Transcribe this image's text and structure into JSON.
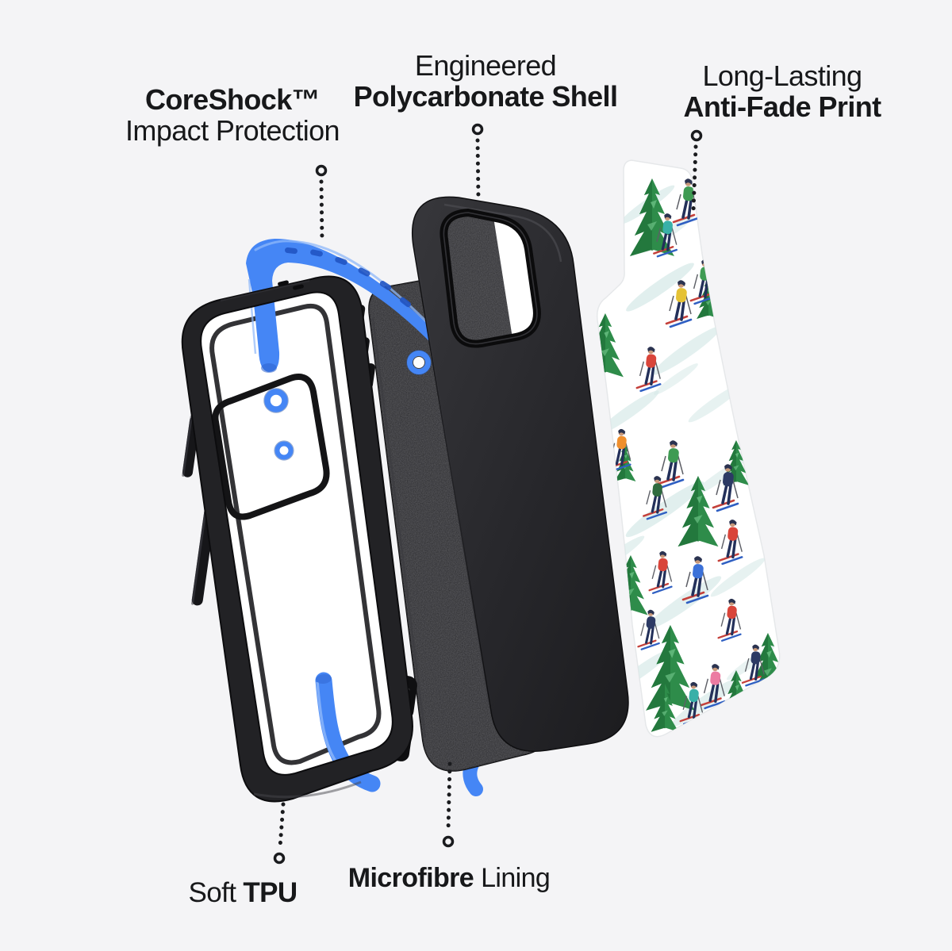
{
  "page": {
    "background_color": "#f4f4f6",
    "text_color": "#17181a",
    "kind": "exploded phone case product diagram"
  },
  "callouts": {
    "coreshock": {
      "line1": "CoreShock™",
      "line2": "Impact Protection"
    },
    "shell": {
      "line1": "Engineered",
      "line2": "Polycarbonate Shell"
    },
    "print": {
      "line1": "Long-Lasting",
      "line2": "Anti-Fade Print"
    },
    "tpu": {
      "regular": "Soft",
      "bold": "TPU"
    },
    "lining": {
      "bold": "Microfibre",
      "regular": "Lining"
    }
  },
  "colors": {
    "accent_blue": "#4586f5",
    "accent_blue_dark": "#2155c4",
    "accent_blue_light": "#8fb8fa",
    "case_black": "#222225",
    "shell_black": "#2a2a2e",
    "microfibre_gray": "#28282b",
    "insert_white": "#ffffff",
    "tree_green": "#2e8c4a",
    "leader_color": "#1a1b1e"
  },
  "icons": {
    "decorations": [
      "pine-tree-icon",
      "skier-icon",
      "ski-trail-icon",
      "leader-dot-ring-icon"
    ]
  }
}
